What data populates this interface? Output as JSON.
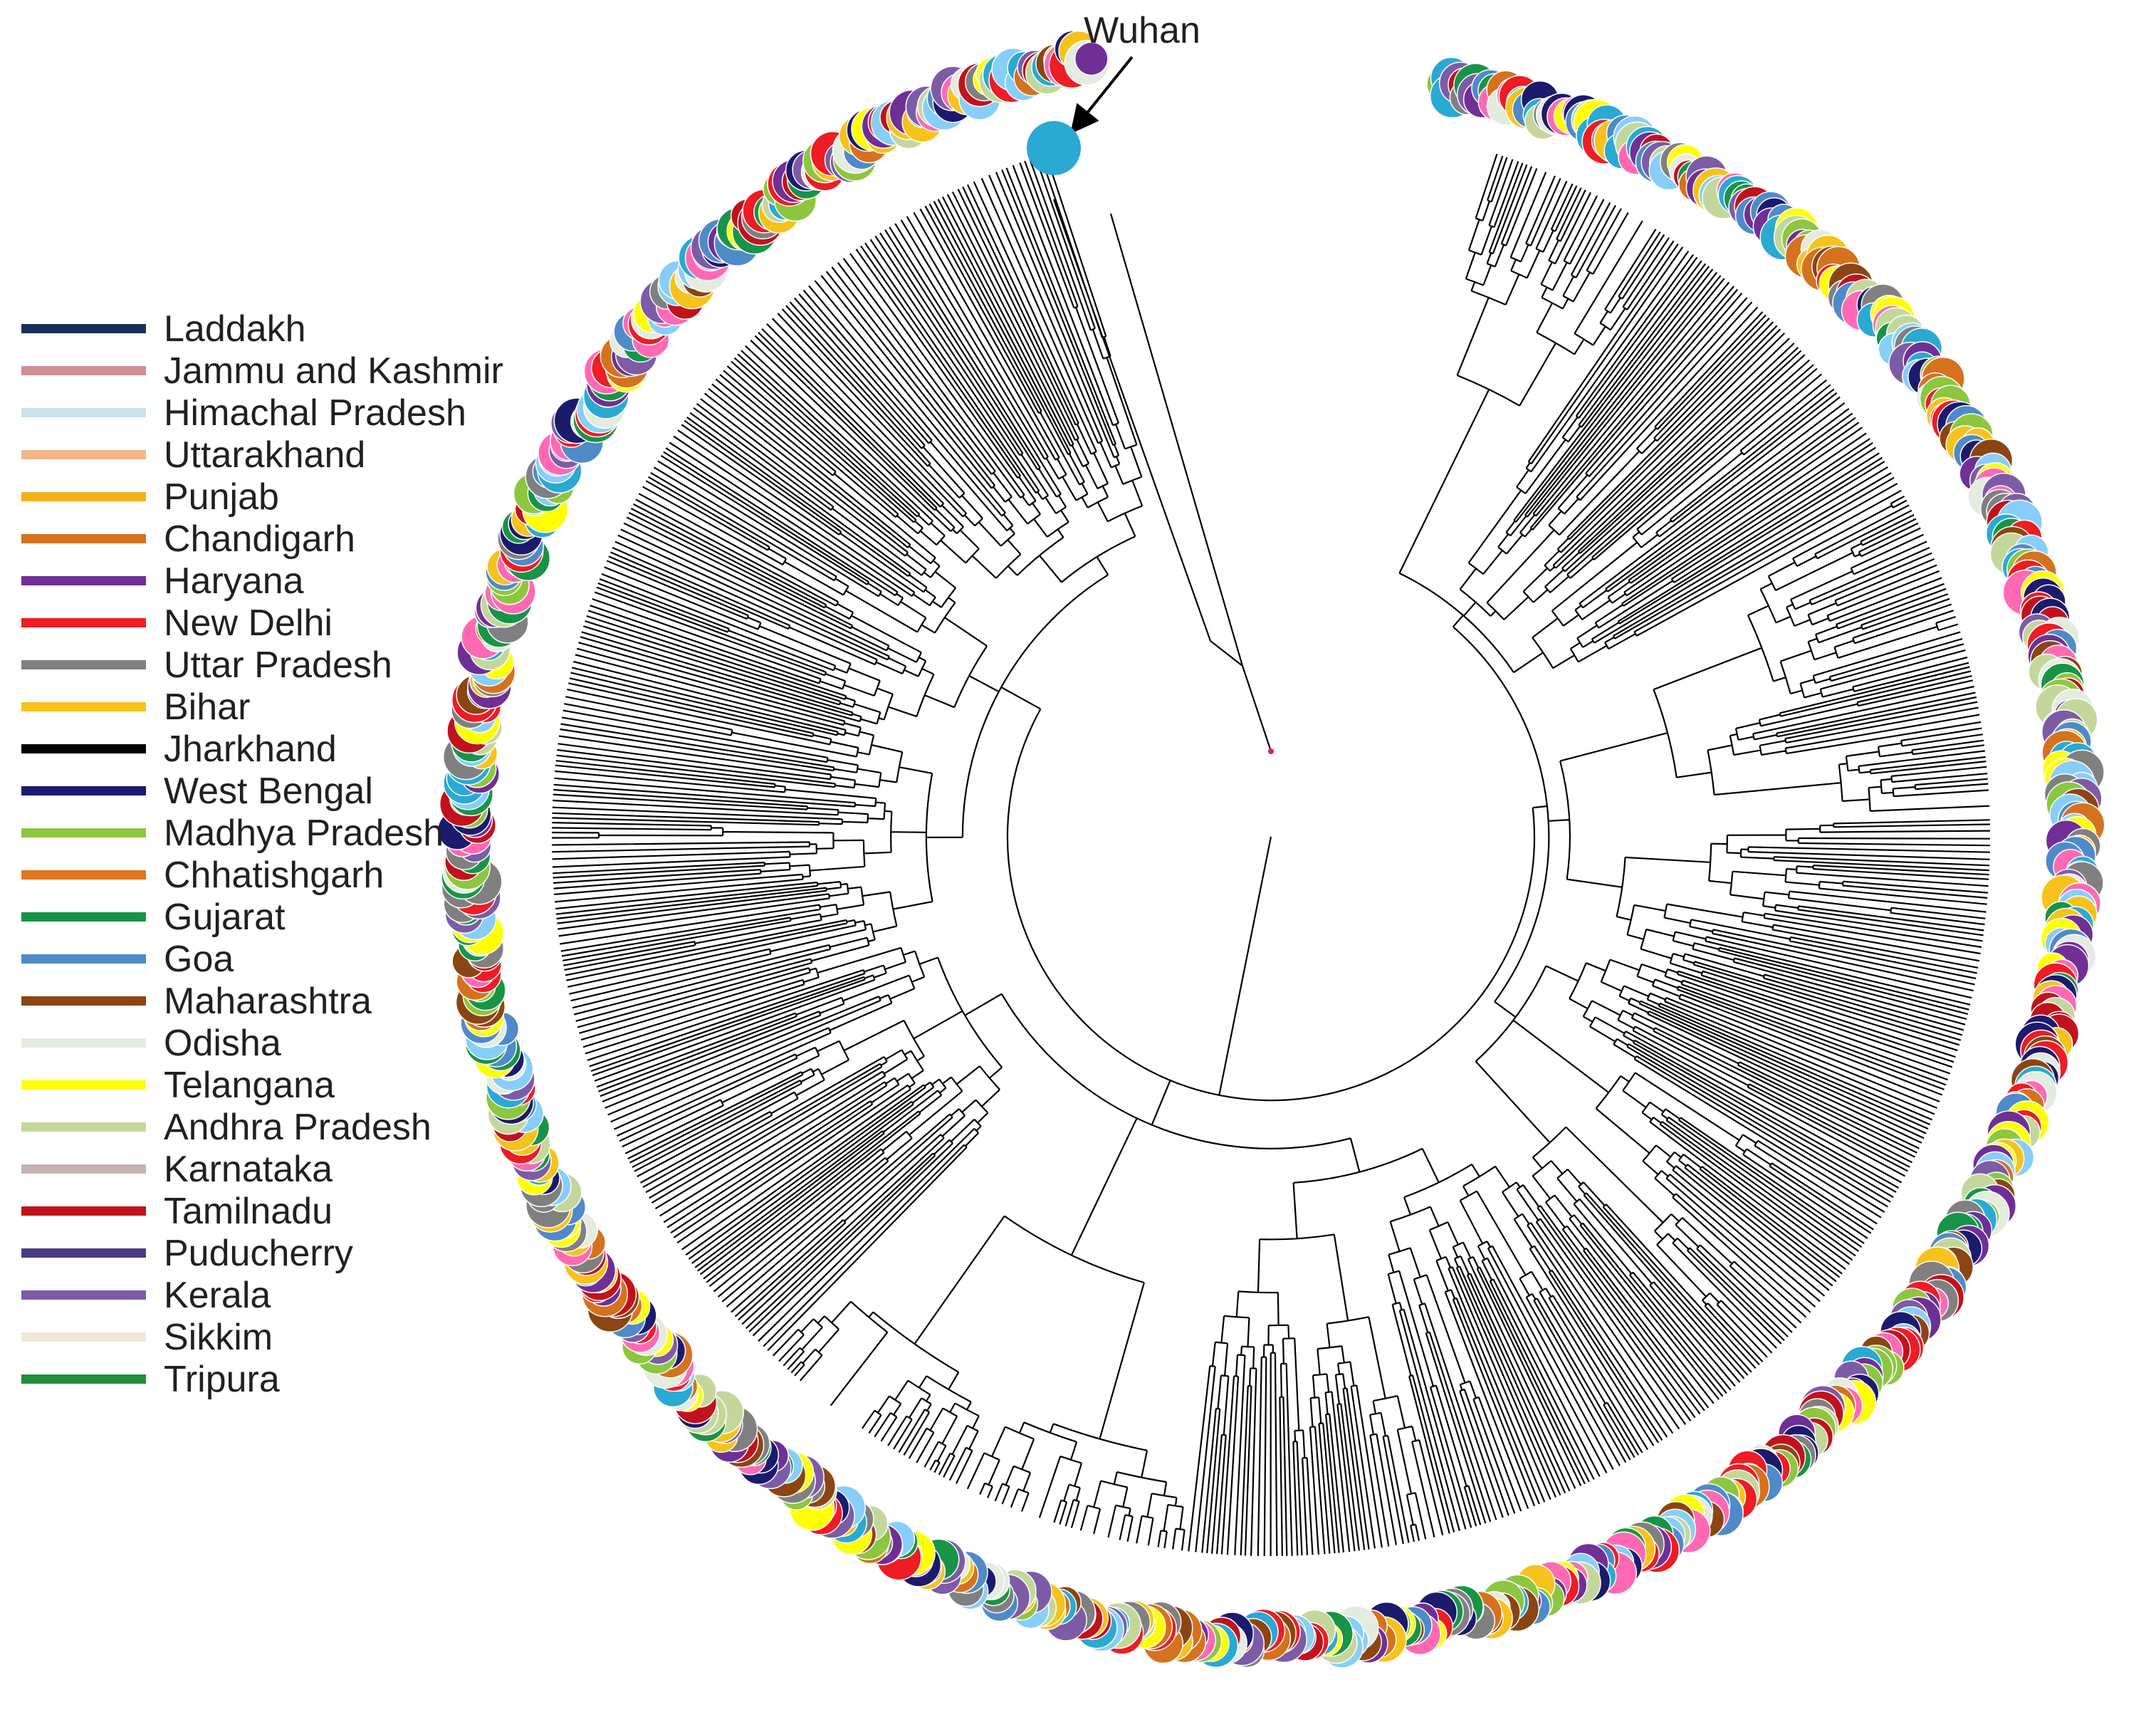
{
  "annotation": {
    "label": "Wuhan",
    "color": "#2aa9d2"
  },
  "legend": [
    {
      "label": "Laddakh",
      "color": "#16325c"
    },
    {
      "label": "Jammu and Kashmir",
      "color": "#d08e95"
    },
    {
      "label": "Himachal Pradesh",
      "color": "#c8e2ea"
    },
    {
      "label": "Uttarakhand",
      "color": "#f2b88c"
    },
    {
      "label": "Punjab",
      "color": "#f3b21c"
    },
    {
      "label": "Chandigarh",
      "color": "#d5721e"
    },
    {
      "label": "Haryana",
      "color": "#6f2f95"
    },
    {
      "label": "New Delhi",
      "color": "#ee1c24"
    },
    {
      "label": "Uttar Pradesh",
      "color": "#808080"
    },
    {
      "label": "Bihar",
      "color": "#f7c21b"
    },
    {
      "label": "Jharkhand",
      "color": "#000000"
    },
    {
      "label": "West Bengal",
      "color": "#1b1a6d"
    },
    {
      "label": "Madhya Pradesh",
      "color": "#8dc63f"
    },
    {
      "label": "Chhatishgarh",
      "color": "#e2761d"
    },
    {
      "label": "Gujarat",
      "color": "#189447"
    },
    {
      "label": "Goa",
      "color": "#4f8ac9"
    },
    {
      "label": "Maharashtra",
      "color": "#8b4513"
    },
    {
      "label": "Odisha",
      "color": "#e4ebdf"
    },
    {
      "label": "Telangana",
      "color": "#ffff00"
    },
    {
      "label": "Andhra Pradesh",
      "color": "#c4d79b"
    },
    {
      "label": "Karnataka",
      "color": "#c3b3b3"
    },
    {
      "label": "Tamilnadu",
      "color": "#c1121c"
    },
    {
      "label": "Puducherry",
      "color": "#4b3a84"
    },
    {
      "label": "Kerala",
      "color": "#7d5ba6"
    },
    {
      "label": "Sikkim",
      "color": "#efe8d8"
    },
    {
      "label": "Tripura",
      "color": "#1f8f3a"
    }
  ],
  "ring_palette": [
    "#1b1a6d",
    "#ee1c24",
    "#189447",
    "#8b4513",
    "#f7c21b",
    "#c4d79b",
    "#7d5ba6",
    "#4f8ac9",
    "#ffff00",
    "#ff69b4",
    "#c1121c",
    "#8dc63f",
    "#2aa9d2",
    "#d5721e",
    "#808080",
    "#e4ebdf",
    "#6f2f95",
    "#87cefa"
  ]
}
